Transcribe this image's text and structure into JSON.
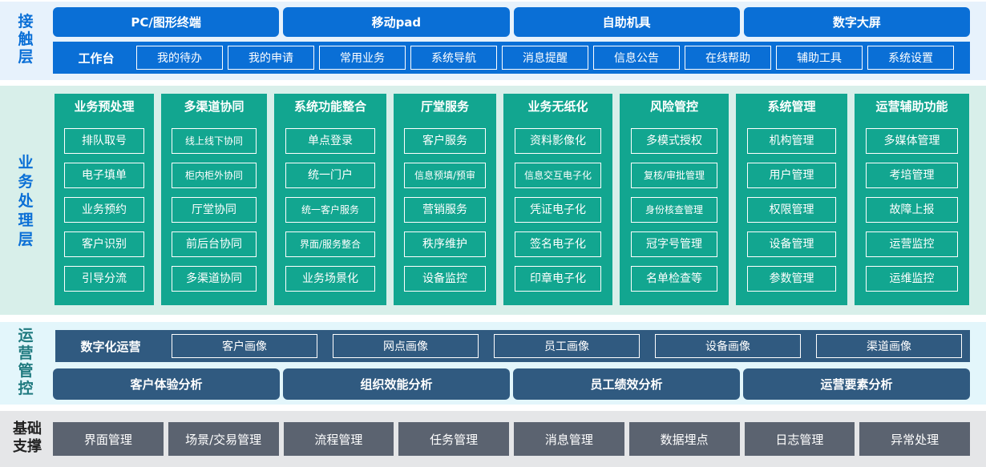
{
  "contact_layer": {
    "label": "接触层",
    "channels": [
      "PC/图形终端",
      "移动pad",
      "自助机具",
      "数字大屏"
    ],
    "workbench": {
      "title": "工作台",
      "items": [
        "我的待办",
        "我的申请",
        "常用业务",
        "系统导航",
        "消息提醒",
        "信息公告",
        "在线帮助",
        "辅助工具",
        "系统设置"
      ]
    }
  },
  "business_layer": {
    "label": "业务处理层",
    "columns": [
      {
        "title": "业务预处理",
        "items": [
          "排队取号",
          "电子填单",
          "业务预约",
          "客户识别",
          "引导分流"
        ]
      },
      {
        "title": "多渠道协同",
        "items": [
          "线上线下协同",
          "柜内柜外协同",
          "厅堂协同",
          "前后台协同",
          "多渠道协同"
        ]
      },
      {
        "title": "系统功能整合",
        "items": [
          "单点登录",
          "统一门户",
          "统一客户服务",
          "界面/服务整合",
          "业务场景化"
        ]
      },
      {
        "title": "厅堂服务",
        "items": [
          "客户服务",
          "信息预填/预审",
          "营销服务",
          "秩序维护",
          "设备监控"
        ]
      },
      {
        "title": "业务无纸化",
        "items": [
          "资料影像化",
          "信息交互电子化",
          "凭证电子化",
          "签名电子化",
          "印章电子化"
        ]
      },
      {
        "title": "风险管控",
        "items": [
          "多模式授权",
          "复核/审批管理",
          "身份核查管理",
          "冠字号管理",
          "名单检查等"
        ]
      },
      {
        "title": "系统管理",
        "items": [
          "机构管理",
          "用户管理",
          "权限管理",
          "设备管理",
          "参数管理"
        ]
      },
      {
        "title": "运营辅助功能",
        "items": [
          "多媒体管理",
          "考培管理",
          "故障上报",
          "运营监控",
          "运维监控"
        ]
      }
    ]
  },
  "ops_layer": {
    "label": "运营管控",
    "digital": {
      "title": "数字化运营",
      "items": [
        "客户画像",
        "网点画像",
        "员工画像",
        "设备画像",
        "渠道画像"
      ]
    },
    "analysis": [
      "客户体验分析",
      "组织效能分析",
      "员工绩效分析",
      "运营要素分析"
    ]
  },
  "base_layer": {
    "label": "基础支撑",
    "items": [
      "界面管理",
      "场景/交易管理",
      "流程管理",
      "任务管理",
      "消息管理",
      "数据埋点",
      "日志管理",
      "异常处理"
    ]
  },
  "colors": {
    "contact": "#0a6fd6",
    "business": "#12a690",
    "ops": "#305a80",
    "base": "#5b6370"
  }
}
